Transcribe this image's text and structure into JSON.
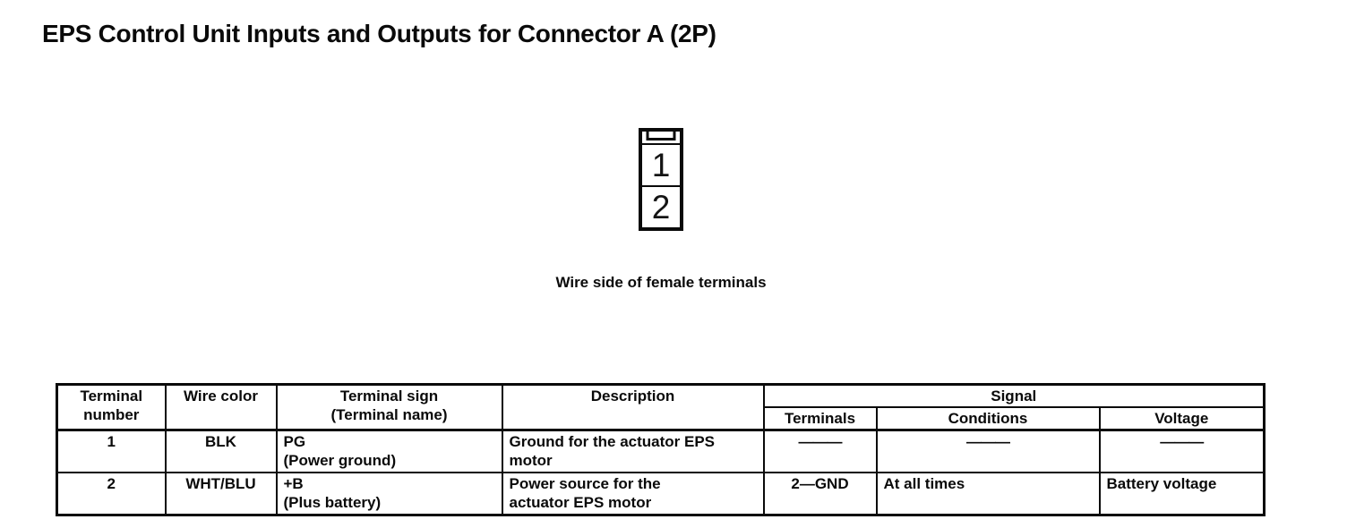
{
  "page": {
    "title": "EPS Control Unit Inputs and Outputs for Connector A (2P)"
  },
  "connector": {
    "pins": [
      "1",
      "2"
    ],
    "caption": "Wire side of female terminals"
  },
  "table": {
    "headers": {
      "terminal_number": "Terminal\nnumber",
      "wire_color": "Wire color",
      "terminal_sign": "Terminal sign\n(Terminal name)",
      "description": "Description",
      "signal": "Signal",
      "terminals": "Terminals",
      "conditions": "Conditions",
      "voltage": "Voltage"
    },
    "rows": [
      {
        "terminal_number": "1",
        "wire_color": "BLK",
        "terminal_sign": "PG\n(Power ground)",
        "description": "Ground for the actuator EPS\nmotor",
        "terminals": "———",
        "conditions": "———",
        "voltage": "———"
      },
      {
        "terminal_number": "2",
        "wire_color": "WHT/BLU",
        "terminal_sign": "+B\n(Plus battery)",
        "description": "Power source for the\nactuator EPS motor",
        "terminals": "2—GND",
        "conditions": "At all times",
        "voltage": "Battery voltage"
      }
    ]
  },
  "colors": {
    "ink": "#0a0a0a",
    "paper": "#ffffff"
  }
}
